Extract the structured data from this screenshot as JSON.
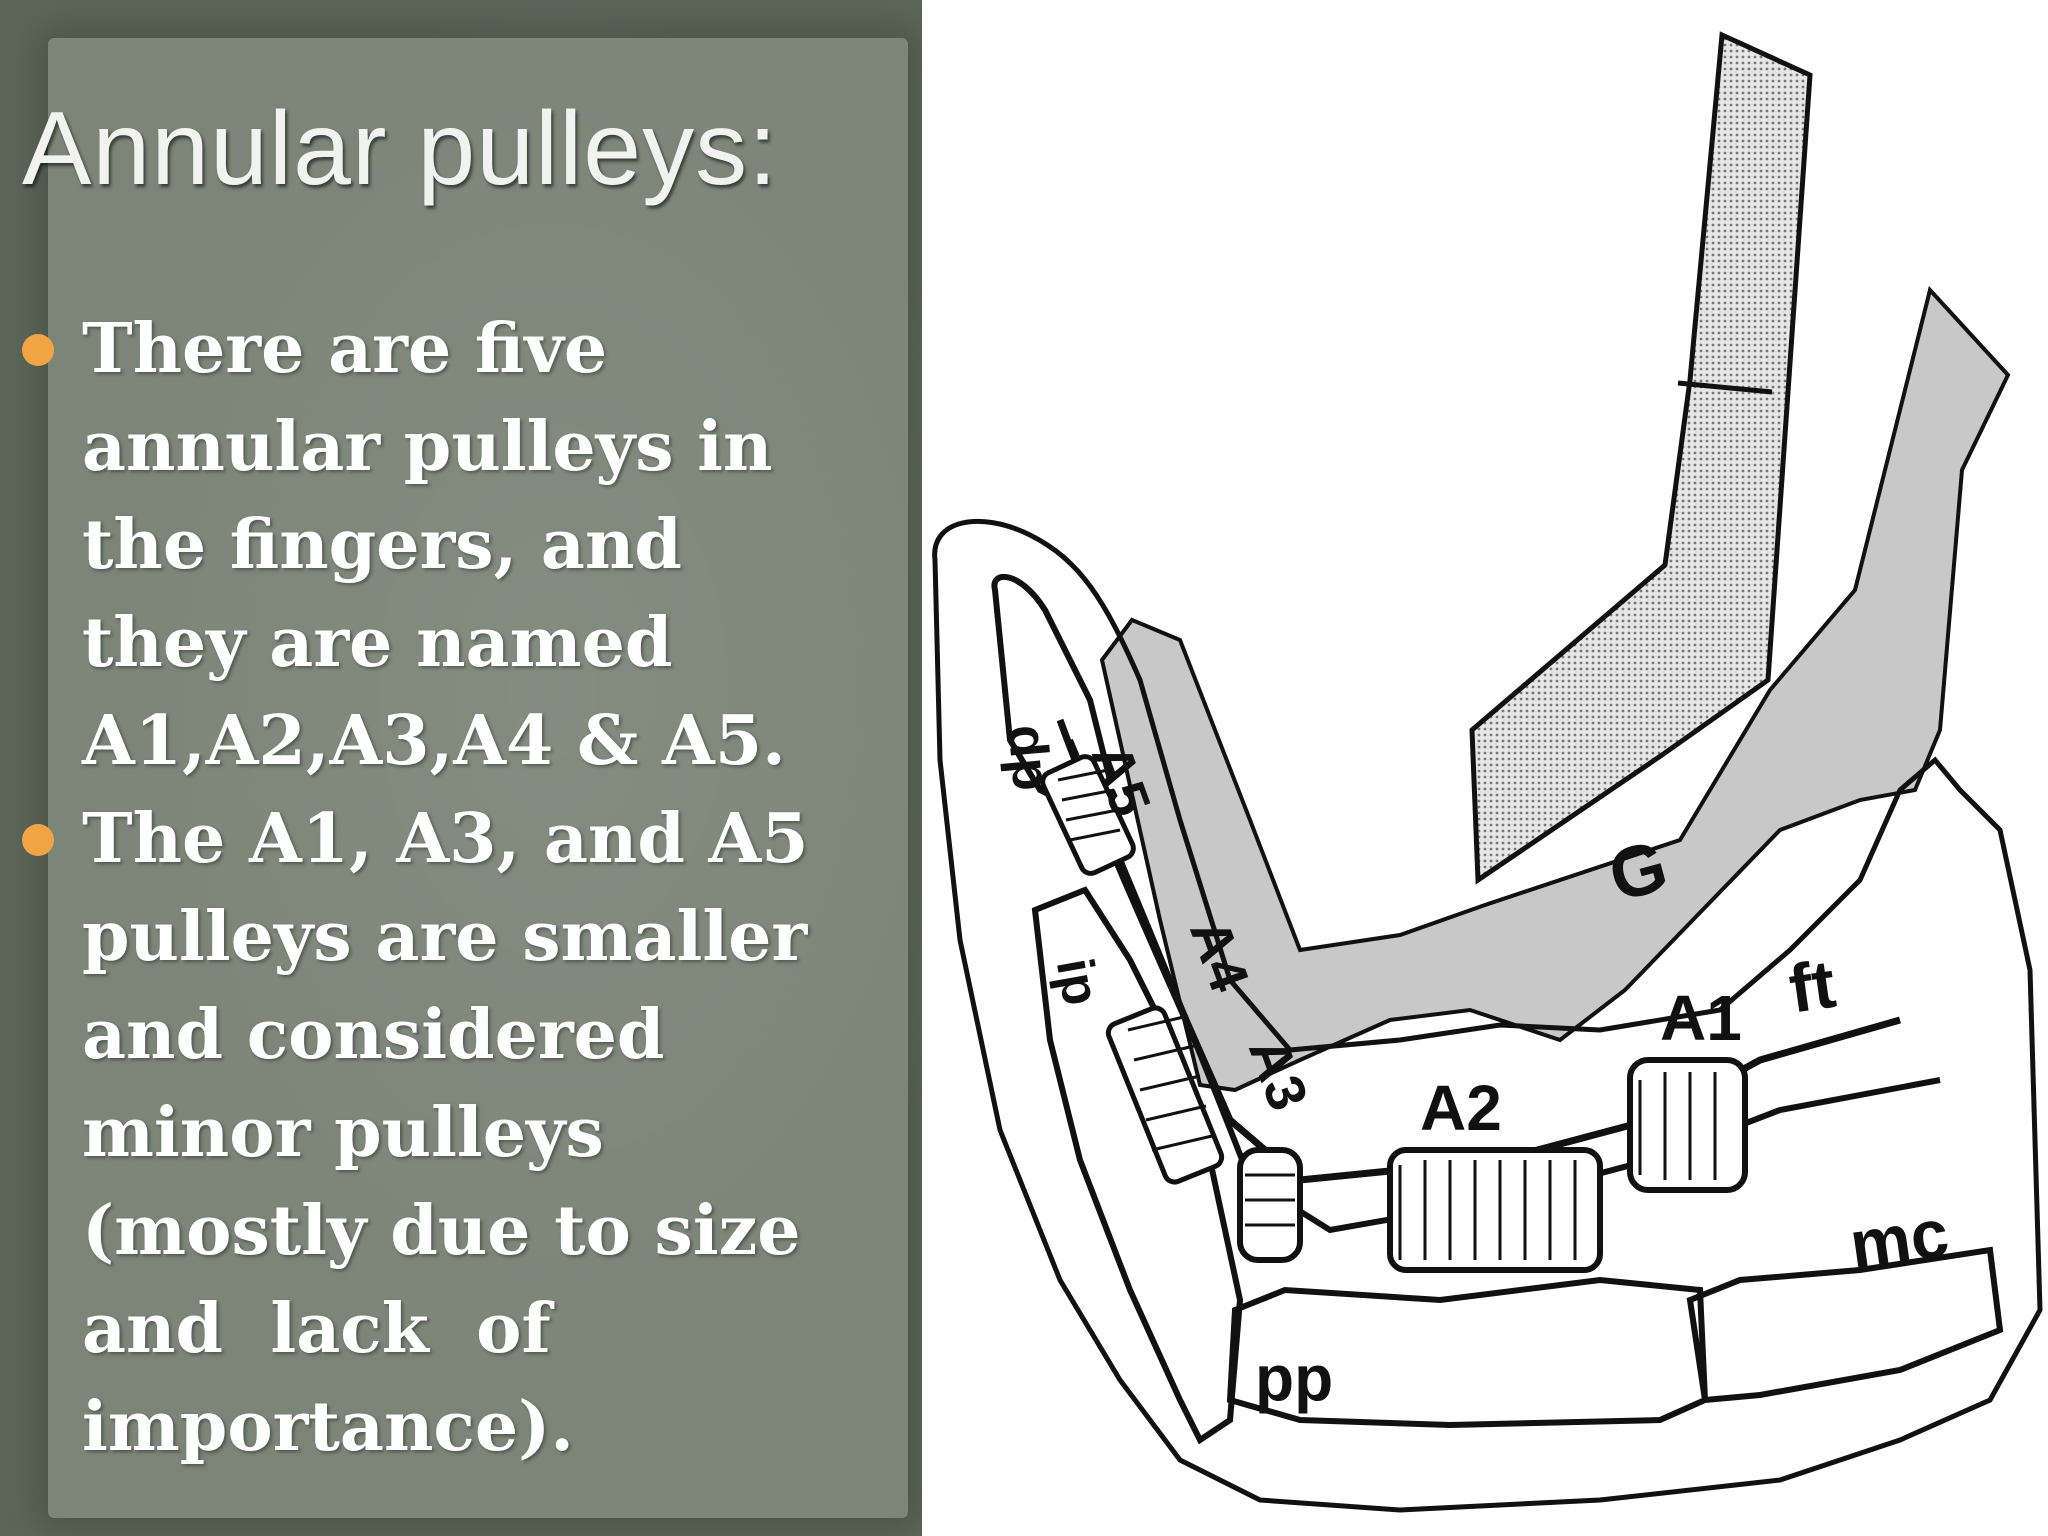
{
  "slide": {
    "title": "Annular pulleys:",
    "bullets": [
      {
        "lines": [
          "There are five",
          "annular pulleys in",
          "the fingers, and",
          "they are named",
          "A1,A2,A3,A4 & A5."
        ]
      },
      {
        "lines": [
          "The A1, A3, and A5",
          "pulleys are smaller",
          "and considered",
          "minor pulleys",
          "(mostly due to size",
          "and  lack  of",
          "importance)."
        ]
      }
    ],
    "bullet_color": "#f0a443"
  },
  "diagram": {
    "labels": {
      "a5": "A5",
      "a4": "A4",
      "a3": "A3",
      "a2": "A2",
      "a1": "A1",
      "g": "G",
      "ft": "ft",
      "mc": "mc",
      "pp": "pp",
      "ip": "ip",
      "dp": "dp"
    }
  }
}
